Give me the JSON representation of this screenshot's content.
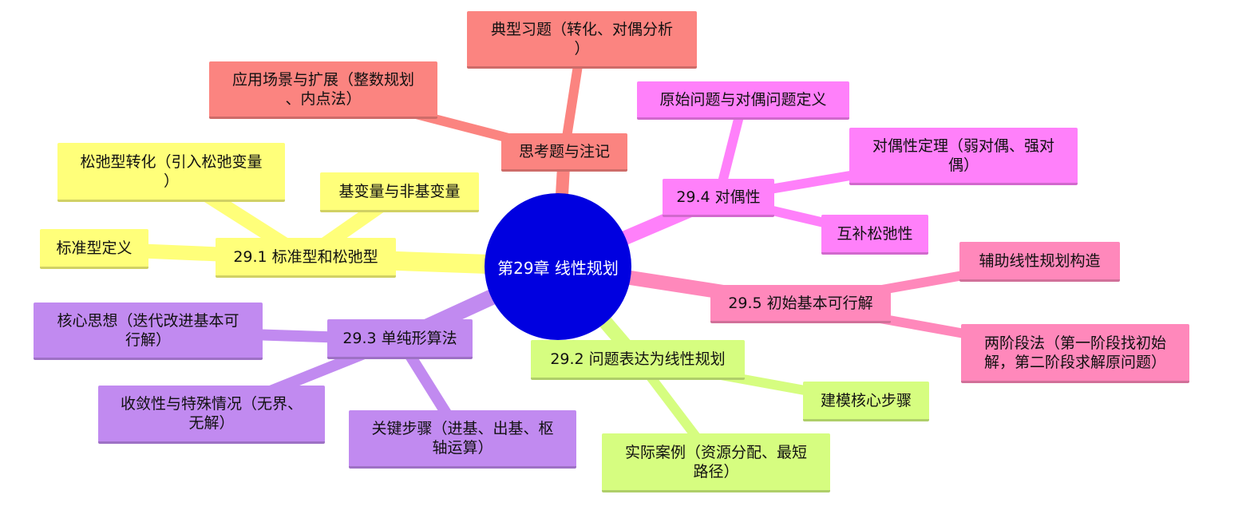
{
  "center": {
    "label": "第29章 线性规划",
    "color": "#0000e0"
  },
  "branches": [
    {
      "id": "b1",
      "label": "29.1 标准型和松弛型",
      "color": "#ffff7a",
      "children": [
        {
          "label": "松弛型转化（引入松弛变量\n）"
        },
        {
          "label": "基变量与非基变量"
        },
        {
          "label": "标准型定义"
        }
      ]
    },
    {
      "id": "b3",
      "label": "29.3 单纯形算法",
      "color": "#c18af0",
      "children": [
        {
          "label": "核心思想（迭代改进基本可\n行解）"
        },
        {
          "label": "收敛性与特殊情况（无界、\n无解）"
        },
        {
          "label": "关键步骤（进基、出基、枢\n轴运算）"
        }
      ]
    },
    {
      "id": "b2",
      "label": "29.2 问题表达为线性规划",
      "color": "#d6fd80",
      "children": [
        {
          "label": "实际案例（资源分配、最短\n路径）"
        },
        {
          "label": "建模核心步骤"
        }
      ]
    },
    {
      "id": "b5",
      "label": "29.5 初始基本可行解",
      "color": "#ff88bb",
      "children": [
        {
          "label": "辅助线性规划构造"
        },
        {
          "label": "两阶段法（第一阶段找初始\n解，第二阶段求解原问题）"
        }
      ]
    },
    {
      "id": "b4",
      "label": "29.4 对偶性",
      "color": "#ff80fa",
      "children": [
        {
          "label": "原始问题与对偶问题定义"
        },
        {
          "label": "对偶性定理（弱对偶、强对\n偶）"
        },
        {
          "label": "互补松弛性"
        }
      ]
    },
    {
      "id": "b6",
      "label": "思考题与注记",
      "color": "#fb8480",
      "children": [
        {
          "label": "典型习题（转化、对偶分析\n）"
        },
        {
          "label": "应用场景与扩展（整数规划\n、内点法）"
        }
      ]
    }
  ]
}
